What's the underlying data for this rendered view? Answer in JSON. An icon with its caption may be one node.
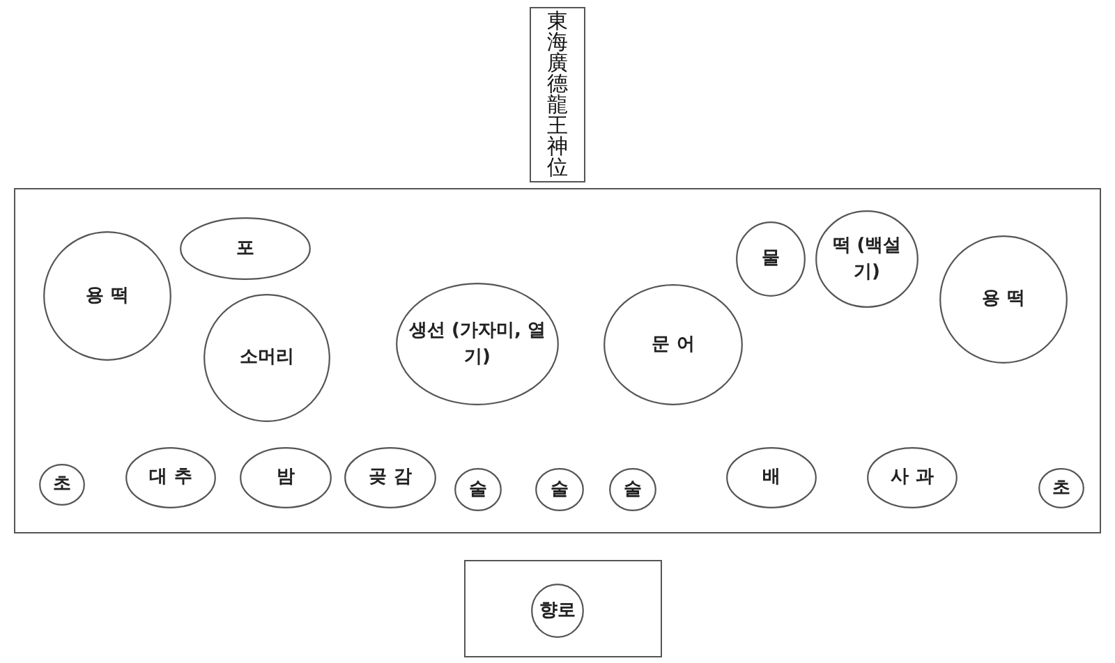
{
  "diagram": {
    "nodes": [
      {
        "text": [
          "東海廣德龍王神位"
        ]
      },
      {
        "text": [],
        "shape": "box"
      },
      {
        "text": [
          "용 떡"
        ],
        "in": 1
      },
      {
        "text": [
          "포"
        ],
        "in": 1
      },
      {
        "text": [
          "소머리"
        ],
        "in": 1
      },
      {
        "text": [
          "생선 (가자미, 열기)"
        ],
        "in": 1
      },
      {
        "text": [
          "문 어"
        ],
        "in": 1
      },
      {
        "text": [
          "물"
        ],
        "in": 1
      },
      {
        "text": [
          "떡 (백설기)"
        ],
        "in": 1
      },
      {
        "text": [
          "용 떡"
        ],
        "in": 1
      },
      {
        "text": [
          "초"
        ],
        "in": 1
      },
      {
        "text": [
          "대 추"
        ],
        "in": 1
      },
      {
        "text": [
          "밤"
        ],
        "in": 1
      },
      {
        "text": [
          "곶 감"
        ],
        "in": 1
      },
      {
        "text": [
          "술"
        ],
        "in": 1
      },
      {
        "text": [
          "술"
        ],
        "in": 1
      },
      {
        "text": [
          "술"
        ],
        "in": 1
      },
      {
        "text": [
          "배"
        ],
        "in": 1
      },
      {
        "text": [
          "사 과"
        ],
        "in": 1
      },
      {
        "text": [
          "초"
        ],
        "in": 1
      },
      {
        "text": [],
        "shape": "box"
      },
      {
        "text": [
          "향로"
        ],
        "in": 20
      }
    ],
    "edges": []
  }
}
